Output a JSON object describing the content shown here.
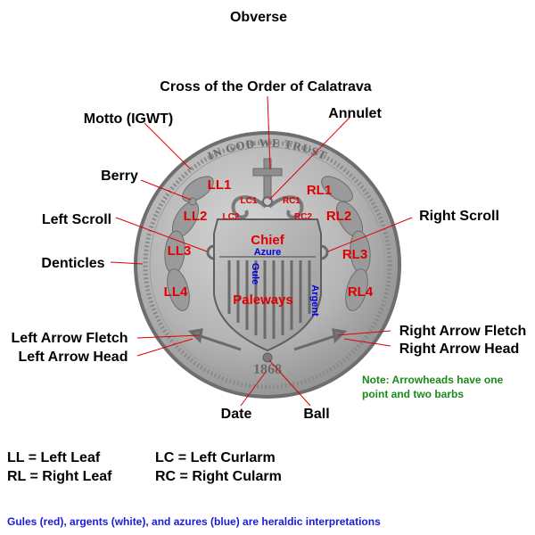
{
  "title": "Obverse",
  "coin": {
    "motto": "IN GOD WE TRUST",
    "date": "1868"
  },
  "annotations": {
    "cross": "Cross of the Order of Calatrava",
    "annulet": "Annulet",
    "motto": "Motto (IGWT)",
    "berry": "Berry",
    "left_scroll": "Left Scroll",
    "right_scroll": "Right Scroll",
    "denticles": "Denticles",
    "left_arrow_fletch": "Left Arrow Fletch",
    "left_arrow_head": "Left Arrow Head",
    "right_arrow_fletch": "Right Arrow Fletch",
    "right_arrow_head": "Right Arrow Head",
    "date": "Date",
    "ball": "Ball"
  },
  "on_coin_labels": {
    "ll1": "LL1",
    "ll2": "LL2",
    "ll3": "LL3",
    "ll4": "LL4",
    "rl1": "RL1",
    "rl2": "RL2",
    "rl3": "RL3",
    "rl4": "RL4",
    "lc1": "LC1",
    "lc2": "LC2",
    "rc1": "RC1",
    "rc2": "RC2",
    "chief": "Chief",
    "azure": "Azure",
    "gule": "Gule",
    "paleways": "Paleways",
    "argent": "Argent"
  },
  "note": "Note: Arrowheads have one point and two barbs",
  "legend": {
    "ll": "LL = Left Leaf",
    "rl": "RL = Right Leaf",
    "lc": "LC = Left Curlarm",
    "rc": "RC = Right Cularm"
  },
  "footnote": "Gules (red), argents (white), and azures (blue) are heraldic interpretations",
  "colors": {
    "label_red": "#e00000",
    "label_blue": "#0000dd",
    "note_green": "#1a8a1a",
    "coin_silver": "#b8b8b8"
  }
}
